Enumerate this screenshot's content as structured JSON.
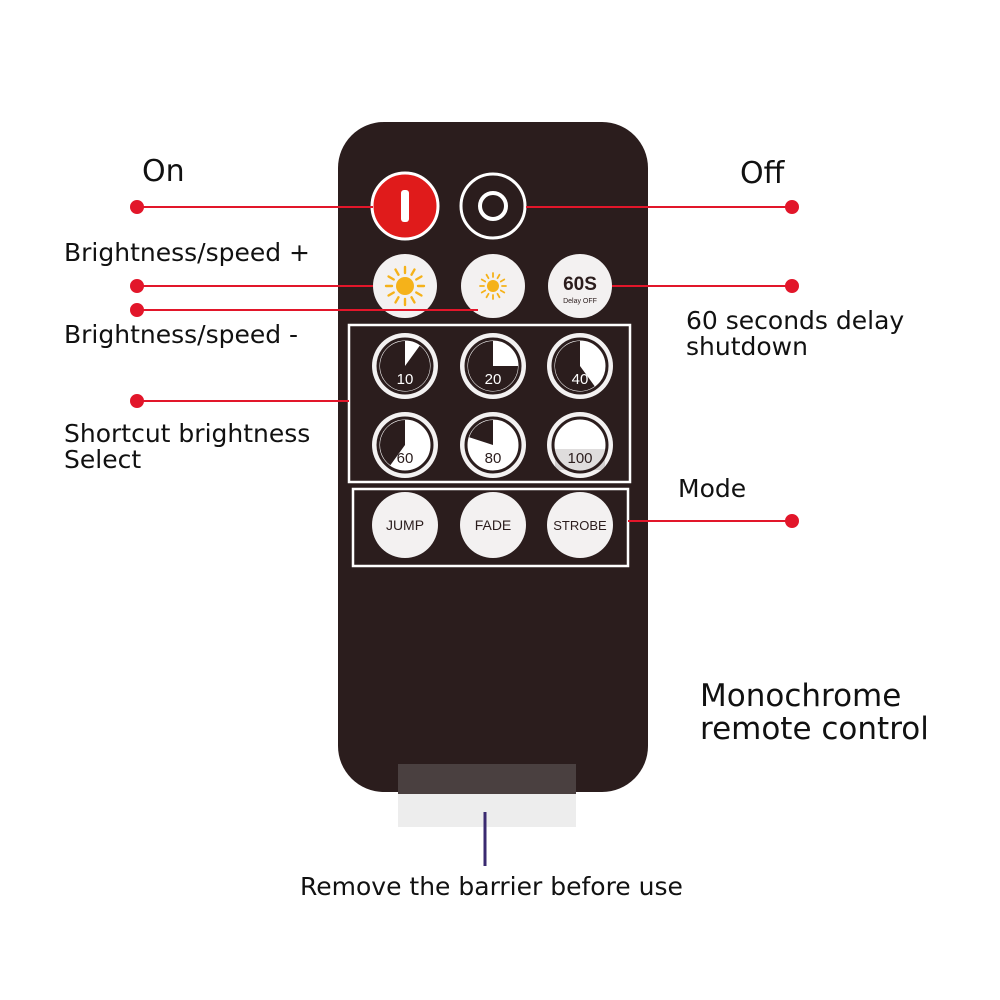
{
  "labels": {
    "on": "On",
    "off": "Off",
    "brightness_up": "Brightness/speed +",
    "brightness_down": "Brightness/speed -",
    "delay_line1": "60 seconds delay",
    "delay_line2": "shutdown",
    "shortcut_line1": "Shortcut brightness",
    "shortcut_line2": "Select",
    "mode": "Mode",
    "product_line1": "Monochrome",
    "product_line2": "remote control",
    "barrier": "Remove the barrier before use"
  },
  "remote": {
    "power_on_symbol": "I",
    "delay_button": {
      "main": "60S",
      "sub": "Delay OFF"
    },
    "brightness_buttons": [
      {
        "label": "10",
        "fraction": 0.1
      },
      {
        "label": "20",
        "fraction": 0.25
      },
      {
        "label": "40",
        "fraction": 0.4
      },
      {
        "label": "60",
        "fraction": 0.6
      },
      {
        "label": "80",
        "fraction": 0.8
      },
      {
        "label": "100",
        "fraction": 1.0
      }
    ],
    "mode_buttons": [
      "JUMP",
      "FADE",
      "STROBE"
    ]
  },
  "colors": {
    "remote_body": "#2b1d1d",
    "on_button": "#e01b1b",
    "callout": "#e2162a",
    "sun": "#f5b21a",
    "button_face": "#f3f1f1",
    "barrier_line": "#3a2a70"
  }
}
